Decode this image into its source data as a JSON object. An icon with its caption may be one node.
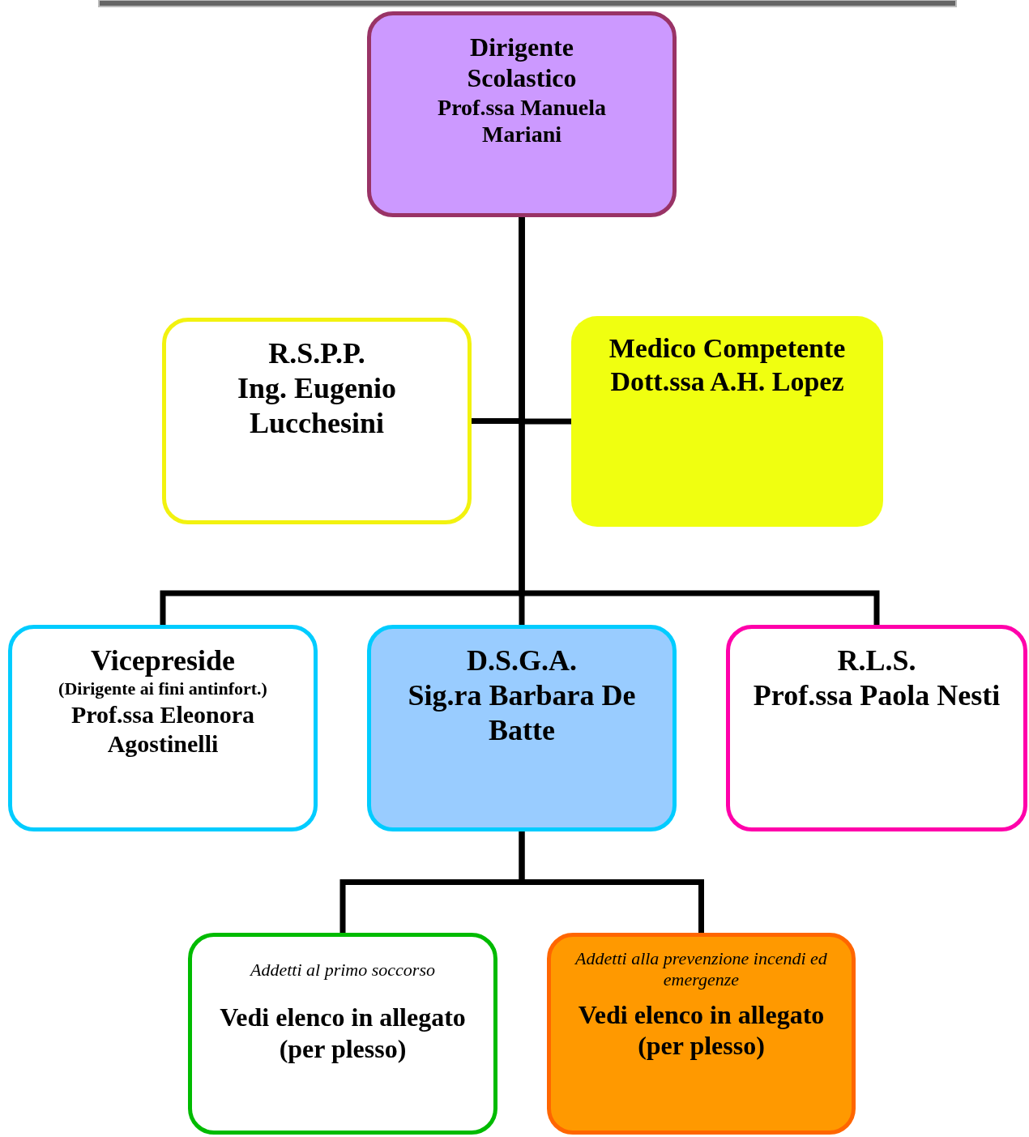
{
  "diagram": {
    "nodes": [
      {
        "text": [
          "Dirigente Scolastico",
          "Prof.ssa Manuela Mariani"
        ]
      },
      {
        "text": [
          "R.S.P.P.",
          "Ing. Eugenio Lucchesini"
        ]
      },
      {
        "text": [
          "Medico Competente",
          "Dott.ssa A.H. Lopez"
        ]
      },
      {
        "text": [
          "Vicepreside",
          "(Dirigente ai fini antinfort.)",
          "Prof.ssa Eleonora Agostinelli"
        ]
      },
      {
        "text": [
          "D.S.G.A.",
          "Sig.ra Barbara De Batte"
        ]
      },
      {
        "text": [
          "R.L.S.",
          "Prof.ssa Paola Nesti"
        ]
      },
      {
        "text": [
          "Addetti al primo soccorso",
          "Vedi elenco in allegato (per plesso)"
        ]
      },
      {
        "text": [
          "Addetti alla prevenzione incendi ed emergenze",
          "Vedi elenco in allegato (per plesso)"
        ]
      }
    ],
    "edges": [
      {
        "from": 0,
        "to": 1,
        "arrow": "none"
      },
      {
        "from": 0,
        "to": 2,
        "arrow": "none"
      },
      {
        "from": 0,
        "to": 3,
        "arrow": "none"
      },
      {
        "from": 0,
        "to": 4,
        "arrow": "none"
      },
      {
        "from": 0,
        "to": 5,
        "arrow": "none"
      },
      {
        "from": 4,
        "to": 6,
        "arrow": "none"
      },
      {
        "from": 4,
        "to": 7,
        "arrow": "none"
      }
    ]
  }
}
